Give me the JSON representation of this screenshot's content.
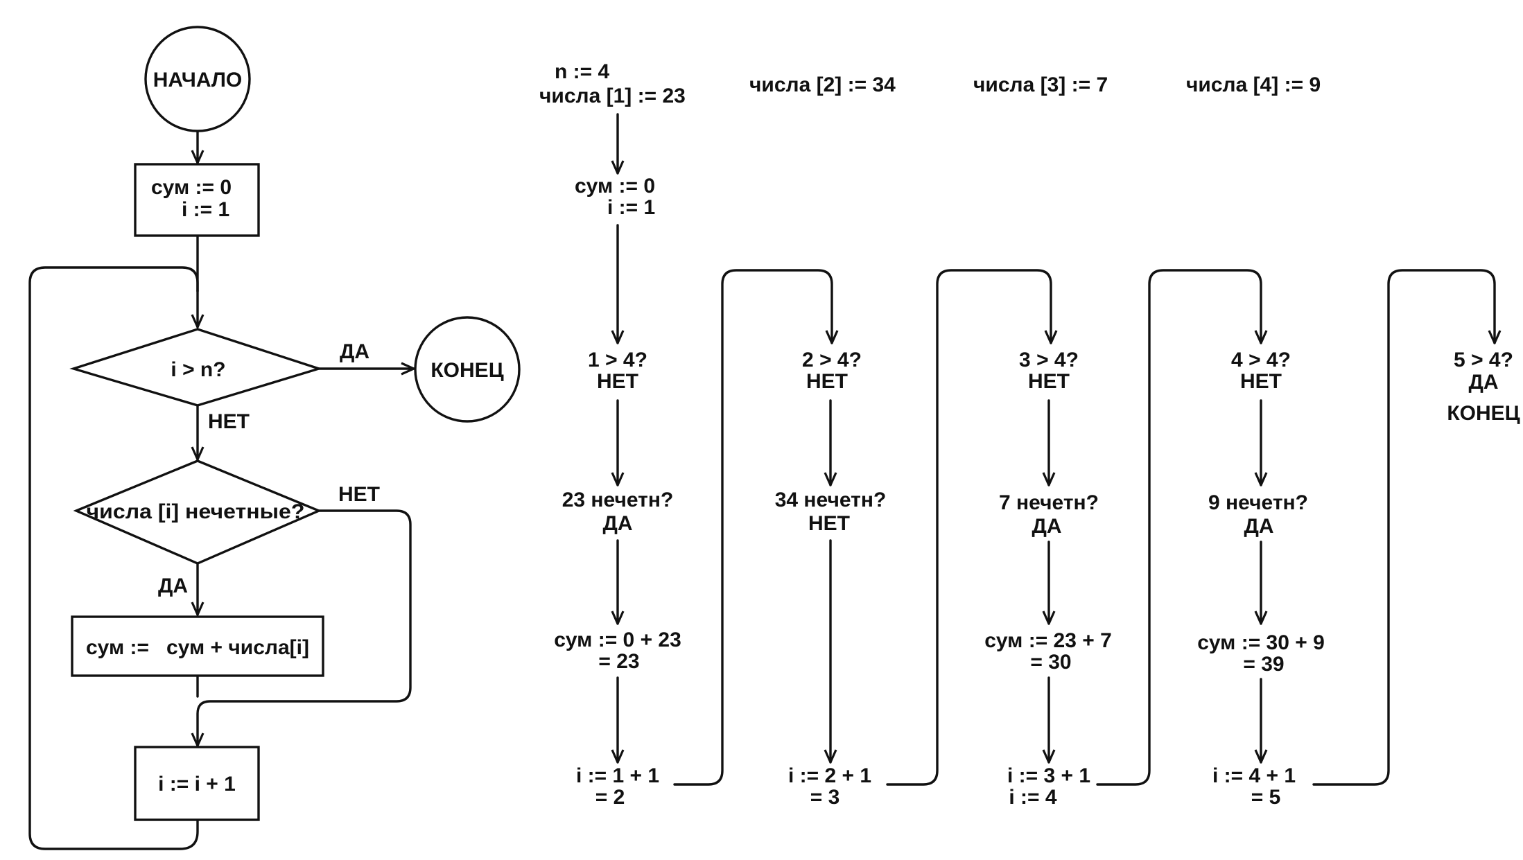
{
  "flowchart": {
    "start": "НАЧАЛО",
    "init": [
      "сум := 0",
      "i := 1"
    ],
    "condition": "i > n?",
    "yes": "ДА",
    "no": "НЕТ",
    "end": "КОНЕЦ",
    "odd_check": "числа [i] нечетные?",
    "odd_no": "НЕТ",
    "odd_yes": "ДА",
    "accumulate": "сум :=   сум + числа[i]",
    "increment": "i := i + 1"
  },
  "trace": {
    "setup": [
      "n := 4",
      "числа [1] := 23",
      "числа [2] := 34",
      "числа [3] := 7",
      "числа [4] := 9"
    ],
    "init": [
      "сум := 0",
      "i := 1"
    ],
    "columns": [
      {
        "test": "1 > 4?",
        "result": "НЕТ",
        "odd": "23 нечетн?",
        "odd_result": "ДА",
        "sum": [
          "сум := 0 + 23",
          "= 23"
        ],
        "inc": [
          "i := 1 + 1",
          "= 2"
        ]
      },
      {
        "test": "2 > 4?",
        "result": "НЕТ",
        "odd": "34 нечетн?",
        "odd_result": "НЕТ",
        "sum": null,
        "inc": [
          "i := 2 + 1",
          "= 3"
        ]
      },
      {
        "test": "3 > 4?",
        "result": "НЕТ",
        "odd": "7 нечетн?",
        "odd_result": "ДА",
        "sum": [
          "сум := 23 + 7",
          "= 30"
        ],
        "inc": [
          "i := 3 + 1",
          "i := 4"
        ]
      },
      {
        "test": "4 > 4?",
        "result": "НЕТ",
        "odd": "9 нечетн?",
        "odd_result": "ДА",
        "sum": [
          "сум := 30 + 9",
          "= 39"
        ],
        "inc": [
          "i := 4 + 1",
          "= 5"
        ]
      }
    ],
    "final": {
      "test": "5 > 4?",
      "result": "ДА",
      "end": "КОНЕЦ"
    }
  }
}
